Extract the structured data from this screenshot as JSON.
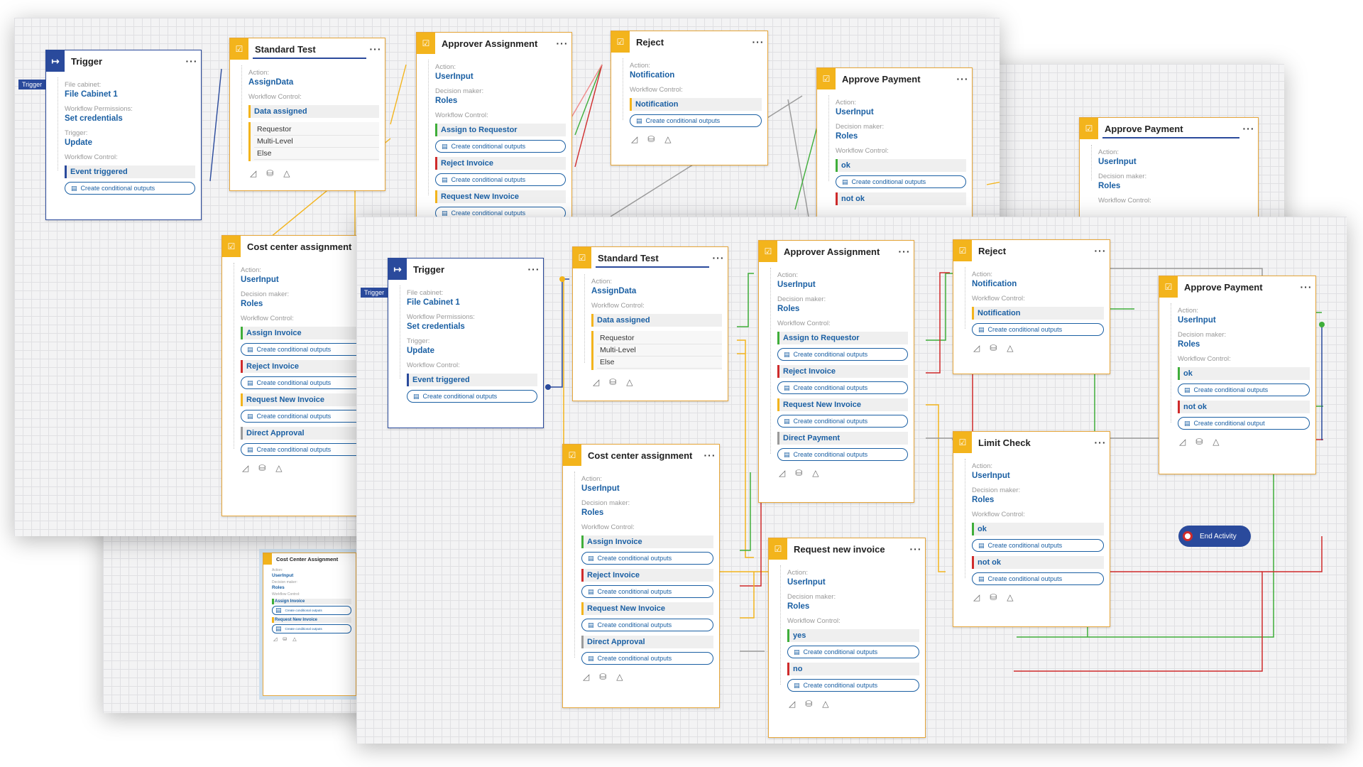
{
  "labels": {
    "action": "Action:",
    "decision_maker": "Decision maker:",
    "workflow_control": "Workflow Control:",
    "file_cabinet": "File cabinet:",
    "workflow_permissions": "Workflow Permissions:",
    "trigger": "Trigger:",
    "create_conditional_outputs": "Create conditional outputs",
    "create_conditional_output": "Create conditional output",
    "menu_dots": "···",
    "trigger_tag": "Trigger",
    "end_activity": "End Activity"
  },
  "colors": {
    "accent_blue": "#2a4a9c",
    "link_blue": "#1a5fa3",
    "node_yellow": "#f3b41c",
    "ok_green": "#3fae3a",
    "reject_red": "#cf2b2b",
    "neutral_gray": "#9a9a9a"
  },
  "nodes": {
    "trigger": {
      "title": "Trigger",
      "file_cabinet": "File Cabinet 1",
      "permissions": "Set credentials",
      "trigger": "Update",
      "control": "Event triggered"
    },
    "standard_test": {
      "title": "Standard Test",
      "action": "AssignData",
      "control": "Data assigned",
      "options": [
        "Requestor",
        "Multi-Level",
        "Else"
      ]
    },
    "approver_assignment": {
      "title": "Approver Assignment",
      "action": "UserInput",
      "decision": "Roles",
      "controls": [
        "Assign to Requestor",
        "Reject Invoice",
        "Request New Invoice",
        "Direct Payment"
      ]
    },
    "reject": {
      "title": "Reject",
      "action": "Notification",
      "control": "Notification"
    },
    "approve_payment": {
      "title": "Approve Payment",
      "action": "UserInput",
      "decision": "Roles",
      "controls": [
        "ok",
        "not ok"
      ]
    },
    "cost_center": {
      "title": "Cost center assignment",
      "action": "UserInput",
      "decision": "Roles",
      "controls": [
        "Assign Invoice",
        "Reject Invoice",
        "Request New Invoice",
        "Direct Approval"
      ]
    },
    "request_new_invoice": {
      "title": "Request new invoice",
      "action": "UserInput",
      "decision": "Roles",
      "controls": [
        "yes",
        "no"
      ]
    },
    "limit_check": {
      "title": "Limit Check",
      "action": "UserInput",
      "decision": "Roles",
      "controls": [
        "ok",
        "not ok"
      ]
    },
    "mini_cost_center": {
      "title": "Cost Center Assignment",
      "action": "UserInput",
      "decision": "Roles",
      "controls": [
        "Assign Invoice",
        "Request New Invoice"
      ]
    }
  }
}
